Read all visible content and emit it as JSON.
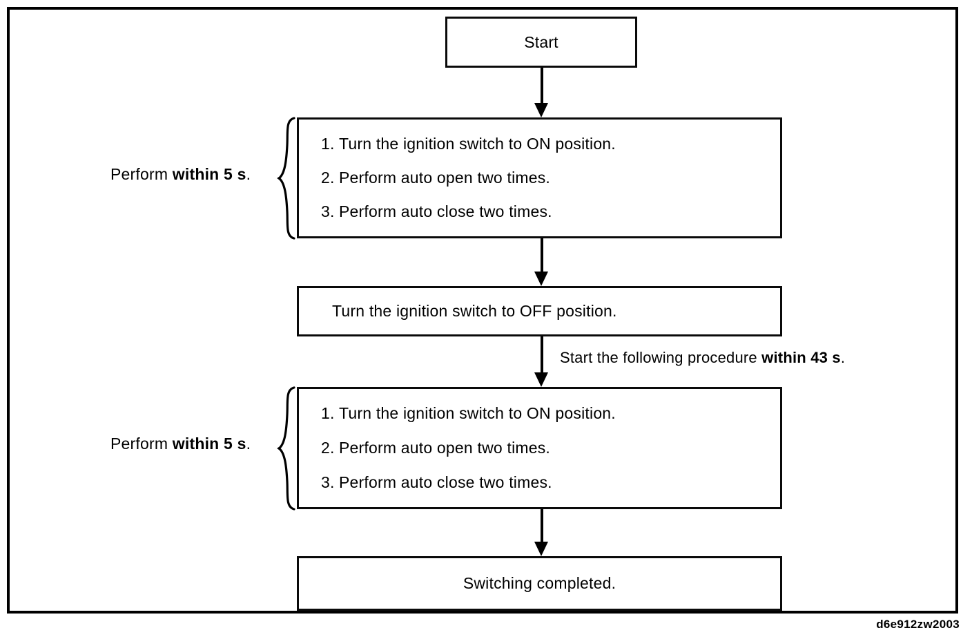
{
  "figure": {
    "reference_code": "d6e912zw2003"
  },
  "nodes": {
    "start": {
      "label": "Start"
    },
    "ignition_off": {
      "label": "Turn the ignition switch to OFF position."
    },
    "completed": {
      "label": "Switching completed."
    }
  },
  "step_groups": [
    {
      "id": "group-1",
      "side_label": {
        "prefix": "Perform ",
        "emphasis": "within 5 s",
        "suffix": "."
      },
      "steps": [
        {
          "number": "1.",
          "text": "Turn the ignition switch to ON position."
        },
        {
          "number": "2.",
          "text": "Perform auto open two times."
        },
        {
          "number": "3.",
          "text": "Perform auto close two times."
        }
      ]
    },
    {
      "id": "group-2",
      "side_label": {
        "prefix": "Perform ",
        "emphasis": "within 5 s",
        "suffix": "."
      },
      "steps": [
        {
          "number": "1.",
          "text": "Turn the ignition switch to ON position."
        },
        {
          "number": "2.",
          "text": "Perform auto open two times."
        },
        {
          "number": "3.",
          "text": "Perform auto close two times."
        }
      ]
    }
  ],
  "annotations": {
    "timing_43s": {
      "prefix": "Start the following procedure ",
      "emphasis": "within 43 s",
      "suffix": "."
    }
  },
  "colors": {
    "ink": "#000000",
    "paper": "#ffffff"
  }
}
